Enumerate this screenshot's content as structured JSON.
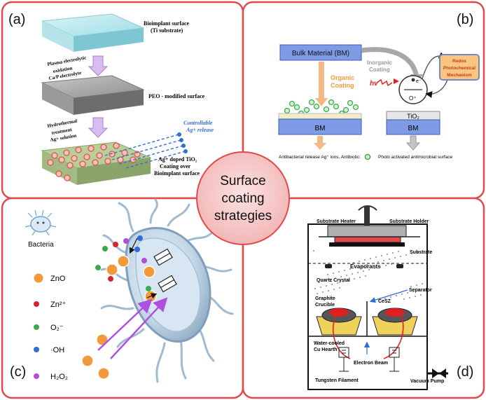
{
  "panels": {
    "a": {
      "label": "(a)",
      "layer1_title": "Bioimplant surface",
      "layer1_sub": "(Ti substrate)",
      "step1_l1": "Plasma electrolytic",
      "step1_l2": "oxidation",
      "step1_l3": "Ca/P electrolyte",
      "layer2_title": "PEO - modified surface",
      "step2_l1": "Hydrothermal",
      "step2_l2": "treatment",
      "step2_l3": "Ag+ solution",
      "release_l1": "Controllable",
      "release_l2": "Ag+ release",
      "layer3_l1": "Ag+ doped TiO₂",
      "layer3_l2": "Coating over",
      "layer3_l3": "Bioimplant surface"
    },
    "b": {
      "label": "(b)",
      "bulk_label": "Bulk Material (BM)",
      "organic_l1": "Organic",
      "organic_l2": "Coating",
      "inorganic_l1": "Inorganic",
      "inorganic_l2": "Coating",
      "hv": "hv",
      "e_minus": "e⁻",
      "h_plus": "O⁺",
      "redox_l1": "Redox",
      "redox_l2": "Photochemical",
      "redox_l3": "Mechanism",
      "tio2": "TiO₂",
      "bm_left": "BM",
      "bm_right": "BM",
      "caption_left": "Antibacterial release Ag⁺ ions, Antibiotic:",
      "caption_right": "Photo activated antimicrobial surface"
    },
    "c": {
      "label": "(c)",
      "bacteria": "Bacteria",
      "legend": [
        "ZnO",
        "Zn²⁺",
        "O₂⁻",
        "·OH",
        "H₂O₂"
      ]
    },
    "d": {
      "label": "(d)",
      "substrate_heater": "Substrate Heater",
      "substrate_holder": "Substrate Holder",
      "substrate": "Substrate",
      "evaporants": "Evaporants",
      "quartz_crystal": "Quartz Crystal",
      "separator": "Separator",
      "graphite_l1": "Graphite",
      "graphite_l2": "Crucible",
      "cesz": "CeSZ",
      "water_l1": "Water-cooled",
      "water_l2": "Cu Hearth",
      "electron_beam": "Electron Beam",
      "tungsten": "Tungsten Filament",
      "vacuum_pump": "Vacuum Pump"
    }
  },
  "center": {
    "l1": "Surface",
    "l2": "coating",
    "l3": "strategies"
  },
  "colors": {
    "border": "#e04a4a",
    "center_fill": "#f6c9c9",
    "bm_blue": "#7f9be5",
    "zno_orange": "#f29a3a",
    "zn_red": "#d9232b",
    "o2_green": "#3aaa4f",
    "oh_blue": "#2f6ed6",
    "h2o2_purple": "#b24fd6",
    "arrow_purple": "#b050e0"
  }
}
